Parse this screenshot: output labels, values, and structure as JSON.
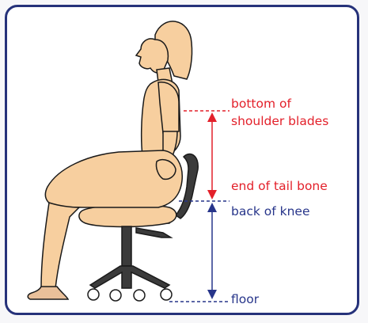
{
  "labels": {
    "shoulder_line1": "bottom of",
    "shoulder_line2": "shoulder blades",
    "tailbone": "end of tail bone",
    "knee": "back of knee",
    "floor": "floor"
  },
  "colors": {
    "frame": "#26327a",
    "skin": "#f7cf9f",
    "outline": "#1a1a1a",
    "chair": "#3a3a3a",
    "red_marker": "#e3202a",
    "blue_marker": "#27358a"
  }
}
